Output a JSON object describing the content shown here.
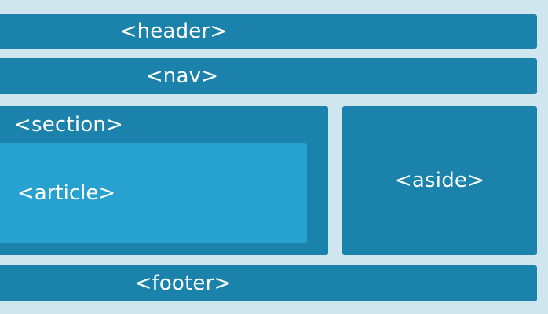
{
  "layout_diagram": {
    "header": {
      "label": "<header>"
    },
    "nav": {
      "label": "<nav>"
    },
    "section": {
      "label": "<section>"
    },
    "article": {
      "label": "<article>"
    },
    "aside": {
      "label": "<aside>"
    },
    "footer": {
      "label": "<footer>"
    }
  },
  "colors": {
    "background": "#cfe6ef",
    "block": "#1b83ab",
    "article": "#27a1d0",
    "text": "#ffffff"
  }
}
